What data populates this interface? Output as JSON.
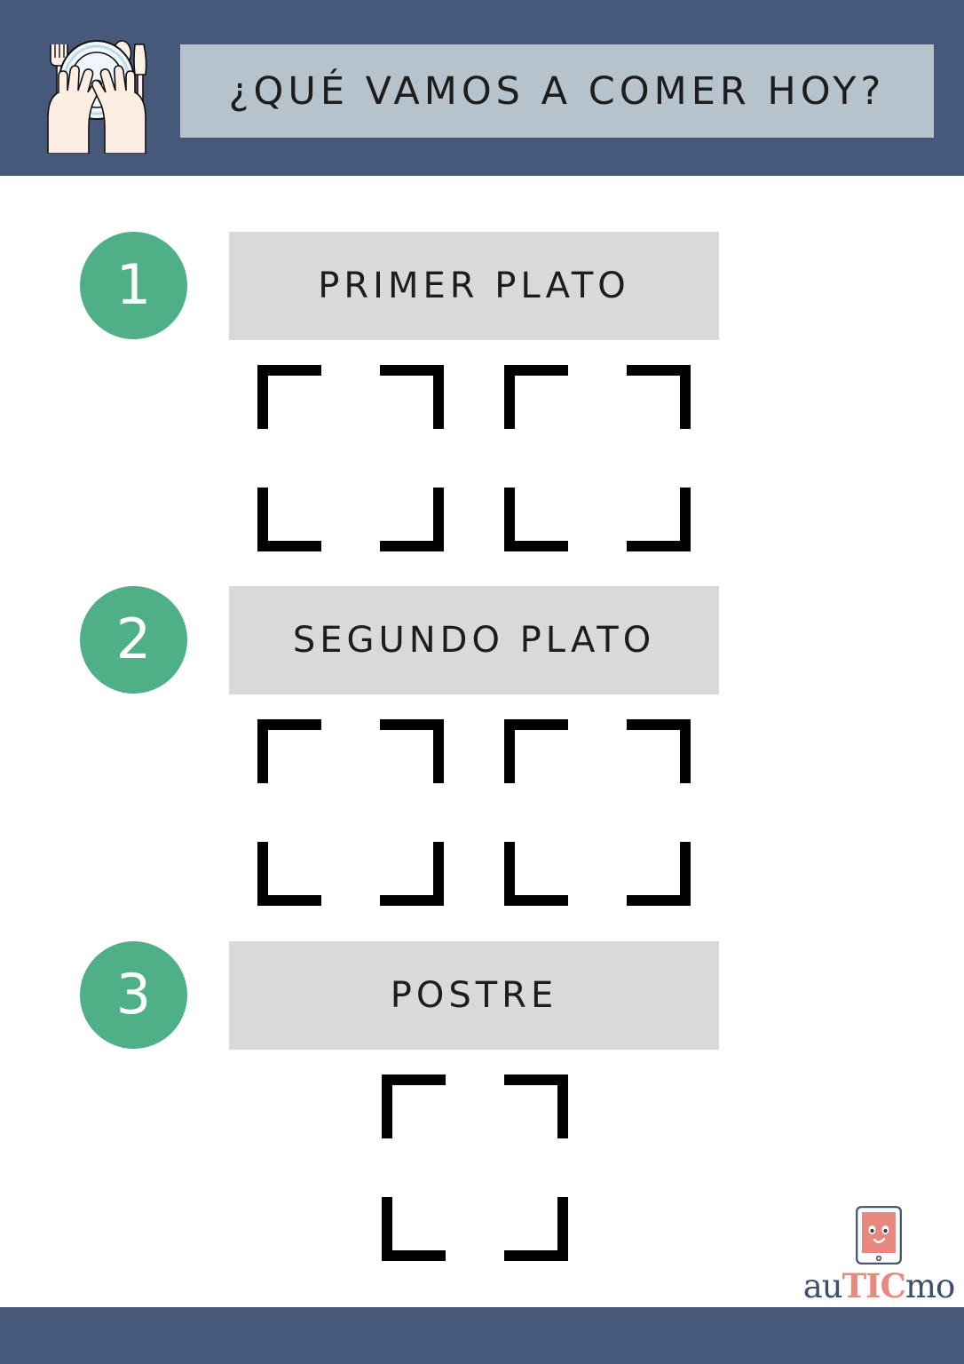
{
  "document": {
    "title": "¿QUÉ VAMOS A COMER HOY?",
    "header_icon_name": "place-setting-icon"
  },
  "colors": {
    "header_band": "#46597a",
    "title_bar": "#b7c3cc",
    "badge_green": "#4fb087",
    "label_bar_gray": "#d9d9d9",
    "frame_black": "#000000",
    "logo_navy": "#3e4f6d",
    "logo_salmon": "#e8897f",
    "page_background": "#ffffff"
  },
  "sections": [
    {
      "number": "1",
      "label": "PRIMER PLATO",
      "slots": 2
    },
    {
      "number": "2",
      "label": "SEGUNDO PLATO",
      "slots": 2
    },
    {
      "number": "3",
      "label": "POSTRE",
      "slots": 1
    }
  ],
  "logo": {
    "part1": "au",
    "part2": "TIC",
    "part3": "mo",
    "icon_name": "smiling-tablet-icon"
  }
}
